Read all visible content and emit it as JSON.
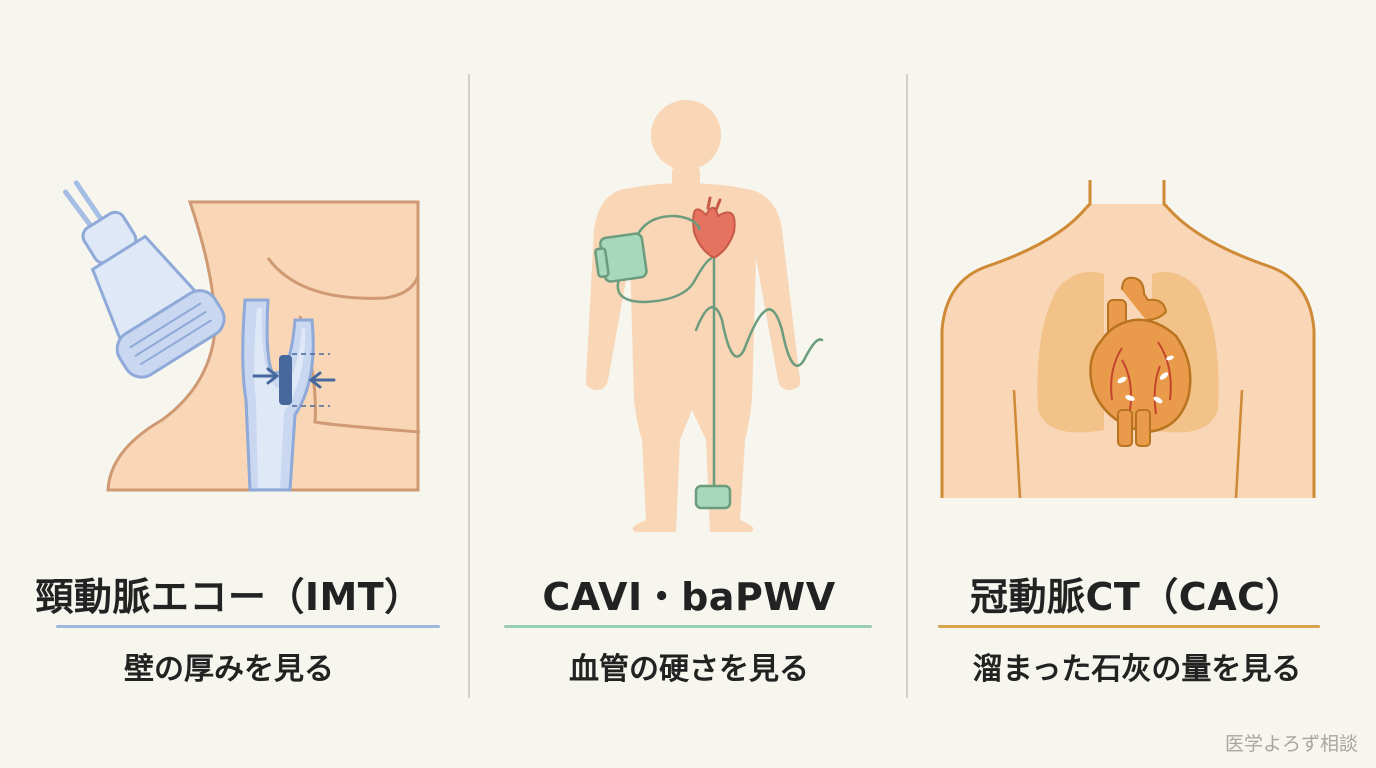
{
  "panels": [
    {
      "title": "頸動脈エコー（IMT）",
      "caption": "壁の厚みを見る",
      "accent": "#9db8da",
      "illustration": "carotid-ultrasound"
    },
    {
      "title": "CAVI・baPWV",
      "caption": "血管の硬さを見る",
      "accent": "#98ceb4",
      "illustration": "pulse-wave-body"
    },
    {
      "title": "冠動脈CT（CAC）",
      "caption": "溜まった石灰の量を見る",
      "accent": "#d9a24e",
      "illustration": "coronary-ct-chest"
    }
  ],
  "credit": "医学よろず相談",
  "colors": {
    "background": "#f6f5ee",
    "skin": "#f8d6b6",
    "skin_outline": "#cf9a73",
    "vessel": "#a6bde4",
    "wave_line": "#6b9c7d",
    "heart": "#e5735f",
    "chest_outline": "#cf8a36",
    "lungs": "#f0b46a"
  }
}
